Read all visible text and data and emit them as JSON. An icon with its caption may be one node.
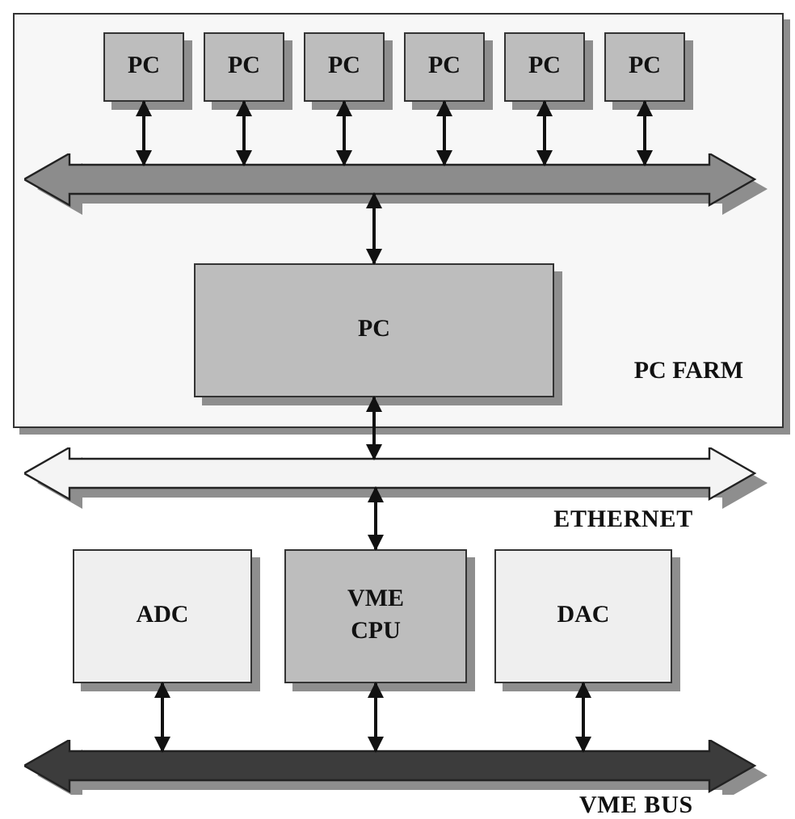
{
  "diagram": {
    "nodes": [
      {
        "text": [
          "PC FARM"
        ]
      },
      {
        "text": [
          "PC"
        ],
        "in": 0
      },
      {
        "text": [
          "PC"
        ],
        "in": 0
      },
      {
        "text": [
          "PC"
        ],
        "in": 0
      },
      {
        "text": [
          "PC"
        ],
        "in": 0
      },
      {
        "text": [
          "PC"
        ],
        "in": 0
      },
      {
        "text": [
          "PC"
        ],
        "in": 0
      },
      {
        "text": [],
        "shape": "bar",
        "in": 0
      },
      {
        "text": [
          "PC"
        ],
        "in": 0
      },
      {
        "text": [
          "ETHERNET"
        ]
      },
      {
        "text": [
          "ADC"
        ]
      },
      {
        "text": [
          "VME CPU"
        ]
      },
      {
        "text": [
          "DAC"
        ]
      },
      {
        "text": [
          "VME BUS"
        ]
      }
    ],
    "edges": [
      {
        "from": 1,
        "to": 7,
        "arrow": "both"
      },
      {
        "from": 2,
        "to": 7,
        "arrow": "both"
      },
      {
        "from": 3,
        "to": 7,
        "arrow": "both"
      },
      {
        "from": 4,
        "to": 7,
        "arrow": "both"
      },
      {
        "from": 5,
        "to": 7,
        "arrow": "both"
      },
      {
        "from": 6,
        "to": 7,
        "arrow": "both"
      },
      {
        "from": 7,
        "to": 8,
        "arrow": "both"
      },
      {
        "from": 8,
        "to": 9,
        "arrow": "both"
      },
      {
        "from": 9,
        "to": 11,
        "arrow": "both"
      },
      {
        "from": 10,
        "to": 13,
        "arrow": "both"
      },
      {
        "from": 11,
        "to": 13,
        "arrow": "both"
      },
      {
        "from": 12,
        "to": 13,
        "arrow": "both"
      }
    ]
  }
}
